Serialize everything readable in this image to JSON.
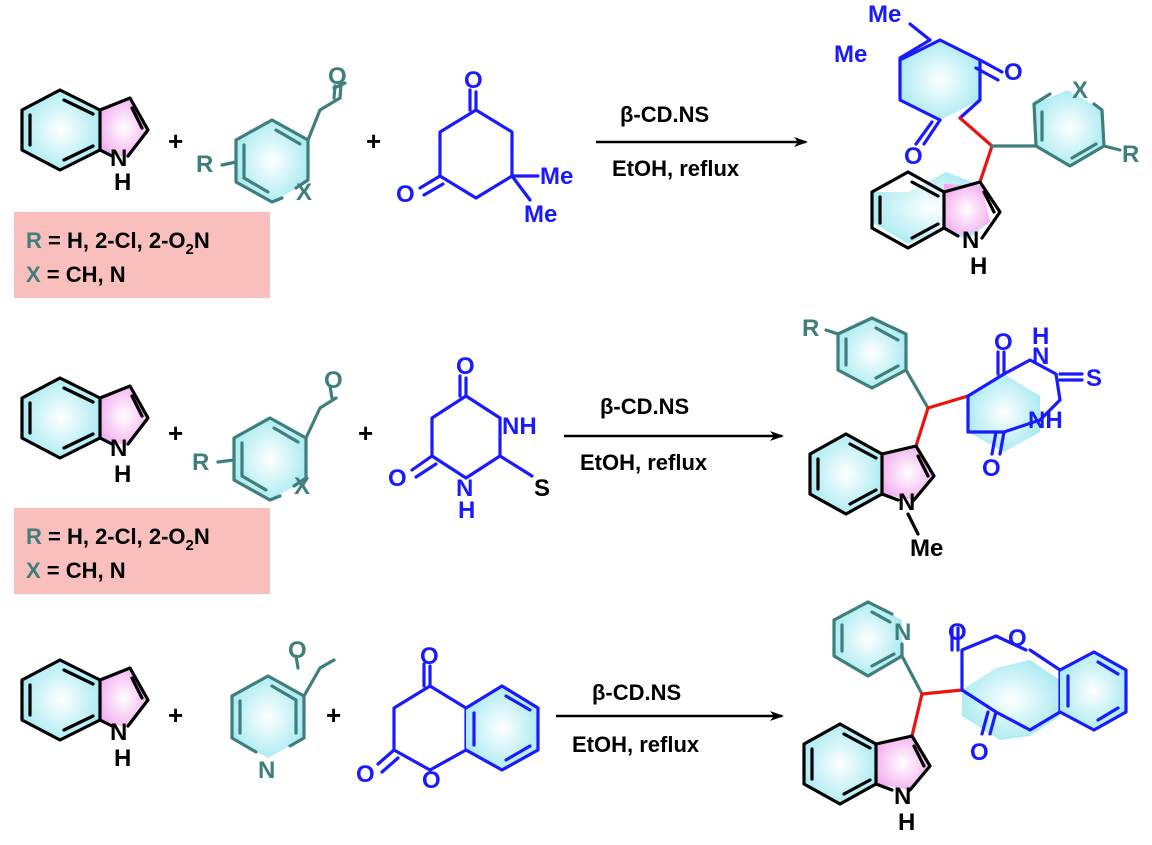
{
  "reactions": [
    {
      "id": "reaction-1",
      "reagent_top": "β-CD.NS",
      "reagent_bottom": "EtOH, reflux",
      "plus_1": "+",
      "plus_2": "+",
      "substituents": {
        "r_line_label": "R",
        "r_line_rest": " = H, 2-Cl, 2-O",
        "r_line_sub": "2",
        "r_line_end": "N",
        "x_line_label": "X",
        "x_line_rest": " = CH, N"
      }
    },
    {
      "id": "reaction-2",
      "reagent_top": "β-CD.NS",
      "reagent_bottom": "EtOH, reflux",
      "plus_1": "+",
      "plus_2": "+",
      "substituents": {
        "r_line_label": "R",
        "r_line_rest": " = H, 2-Cl, 2-O",
        "r_line_sub": "2",
        "r_line_end": "N",
        "x_line_label": "X",
        "x_line_rest": " = CH, N"
      }
    },
    {
      "id": "reaction-3",
      "reagent_top": "β-CD.NS",
      "reagent_bottom": "EtOH, reflux",
      "plus_1": "+",
      "plus_2": "+"
    }
  ],
  "atoms": {
    "nh": "N",
    "h": "H",
    "o": "O",
    "me": "Me",
    "r": "R",
    "x": "X",
    "s": "S",
    "n": "N",
    "nme": "N",
    "nh2": "NH"
  },
  "colors": {
    "indole_fill": "#f6c6f4",
    "aryl_fill": "#c4f2f6",
    "box_fill": "#f8bfbd",
    "teal": "#3e7f7c",
    "blue": "#1a1aff",
    "red": "#ee1111",
    "black": "#000000"
  }
}
